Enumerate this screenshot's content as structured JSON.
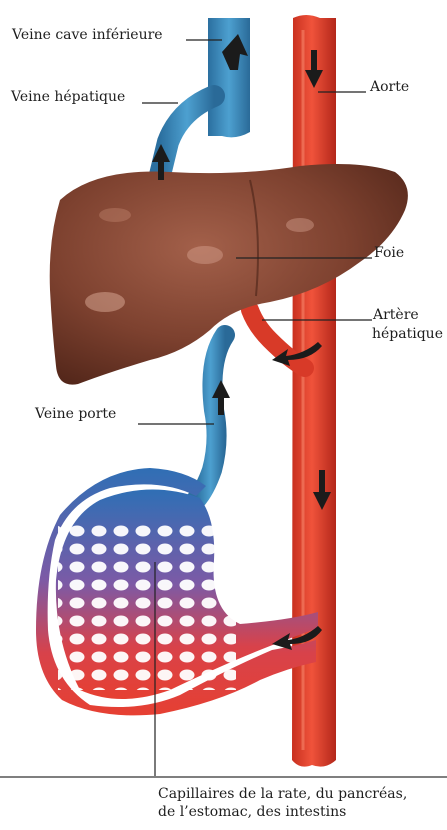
{
  "labels": {
    "veine_cave": "Veine cave inférieure",
    "veine_hepatique": "Veine hépatique",
    "aorte": "Aorte",
    "foie": "Foie",
    "artere_line1": "Artère",
    "artere_line2": "hépatique",
    "veine_porte": "Veine porte",
    "caption_line1": "Capillaires de la rate, du pancréas,",
    "caption_line2": "de l’estomac, des intestins"
  },
  "colors": {
    "aorta": "#e8432f",
    "aorta_dark": "#b9271a",
    "vein_blue": "#3d8fc4",
    "vein_dark": "#2a6f9c",
    "liver": "#7a3f2c",
    "liver_light": "#a86248",
    "arrow": "#1b1b1b",
    "leader": "#222222"
  },
  "icons": {
    "flow_arrow": "arrow-icon"
  }
}
